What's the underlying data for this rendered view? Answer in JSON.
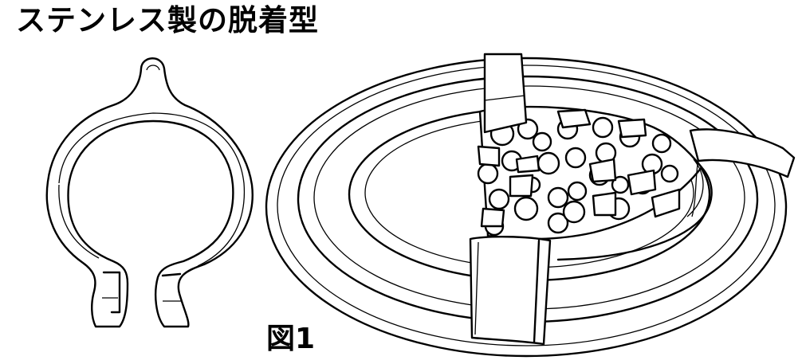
{
  "title": "ステンレス製の脱着型",
  "caption": "図1",
  "icons": [
    "c-ring-clip-drawing",
    "oval-tray-with-stones-drawing"
  ]
}
